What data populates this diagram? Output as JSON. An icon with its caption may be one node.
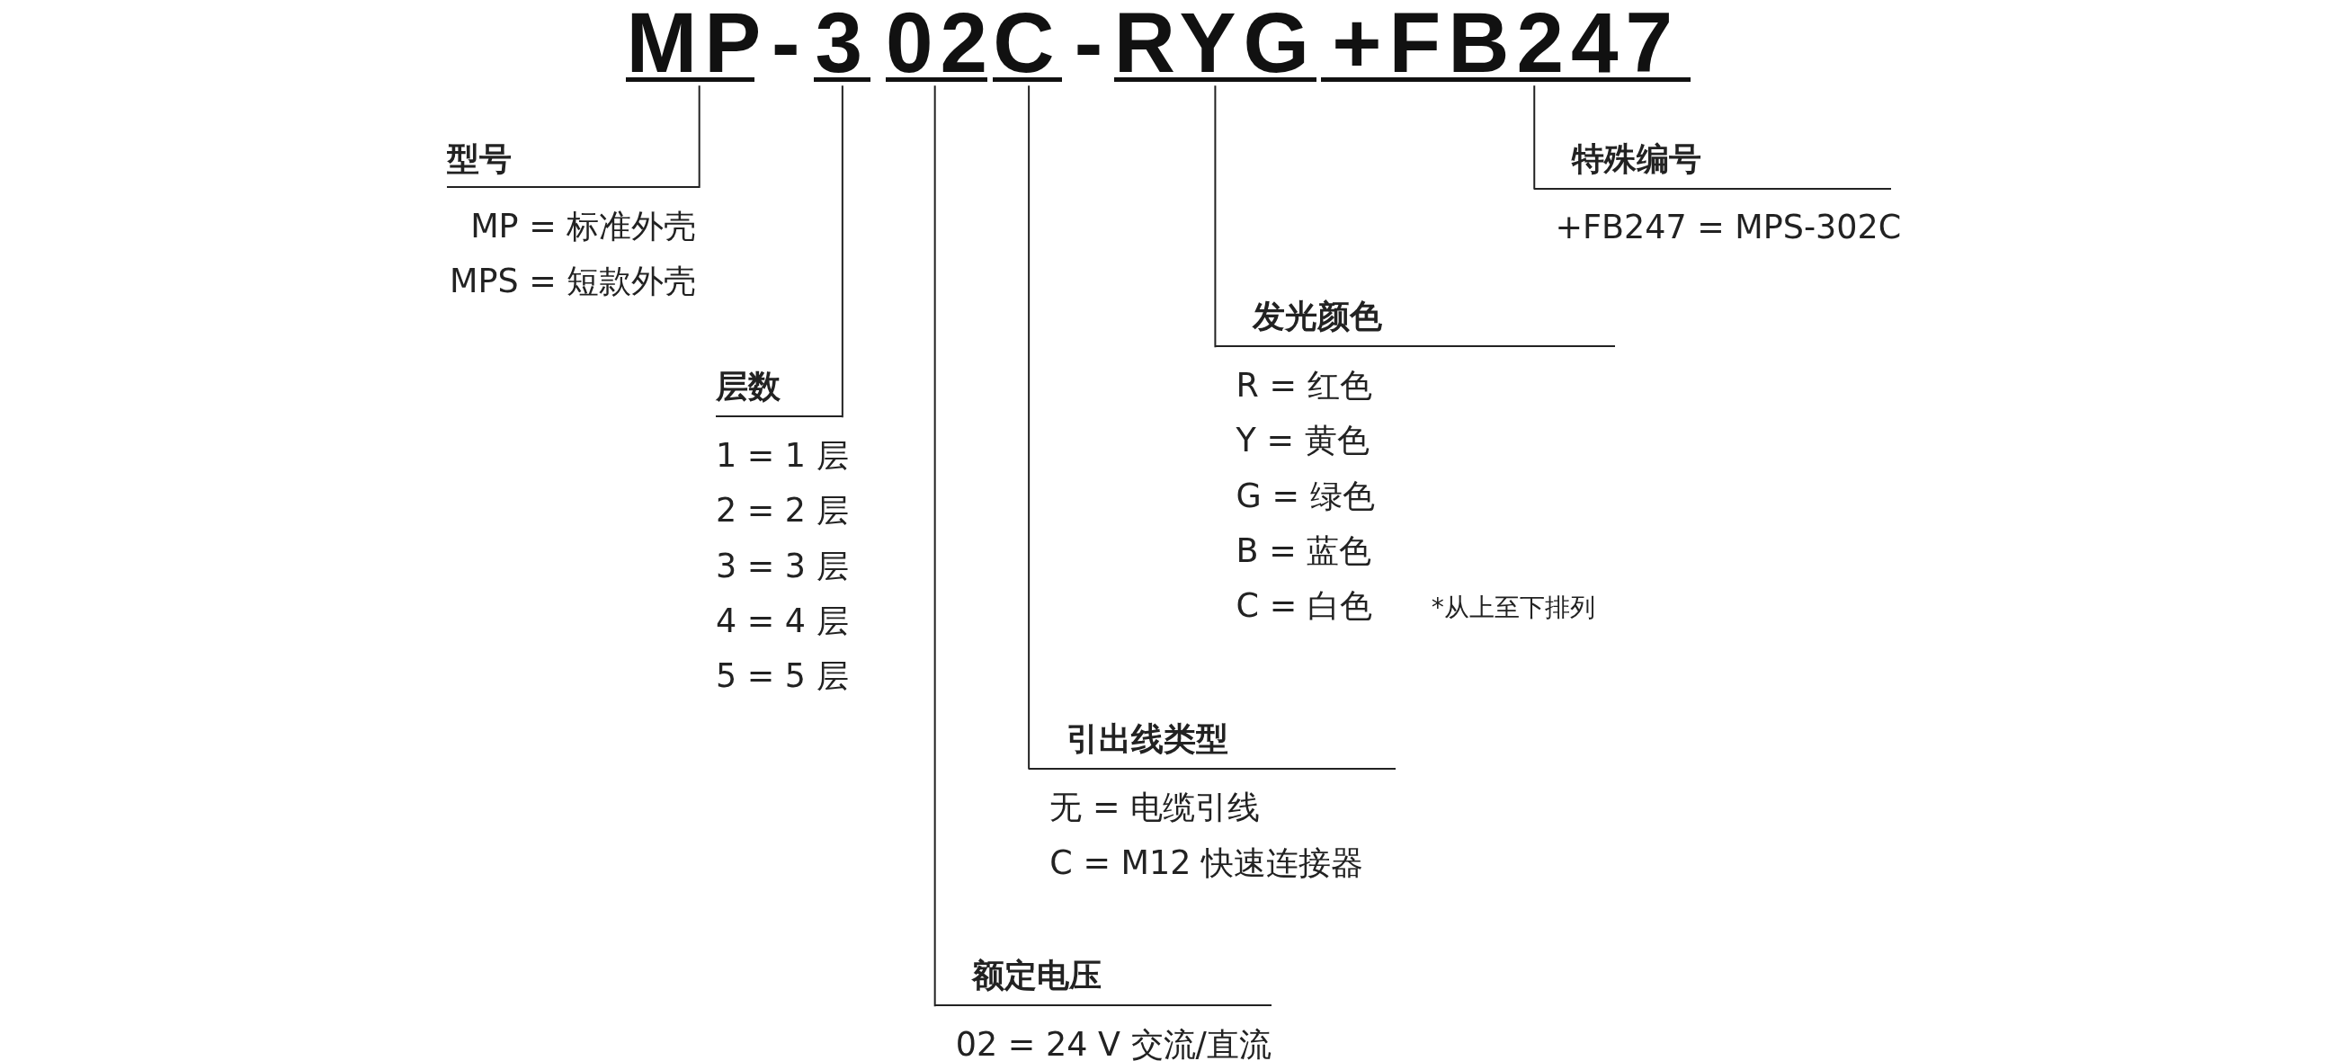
{
  "diagram": {
    "nodes": [
      {
        "text": [
          "MP"
        ]
      },
      {
        "text": [
          "3"
        ]
      },
      {
        "text": [
          "02"
        ]
      },
      {
        "text": [
          "C"
        ]
      },
      {
        "text": [
          "RYG"
        ]
      },
      {
        "text": [
          "+FB247"
        ]
      },
      {
        "text": [
          "型号",
          "MP = 标准外壳",
          "MPS = 短款外壳"
        ]
      },
      {
        "text": [
          "层数",
          "1 = 1 层",
          "2 = 2 层",
          "3 = 3 层",
          "4 = 4 层",
          "5 = 5 层"
        ]
      },
      {
        "text": [
          "额定电压",
          "02 = 24 V 交流/直流"
        ]
      },
      {
        "text": [
          "引出线类型",
          "无 = 电缆引线",
          "C = M12 快速连接器"
        ]
      },
      {
        "text": [
          "发光颜色",
          "R = 红色",
          "Y = 黄色",
          "G = 绿色",
          "B = 蓝色",
          "C = 白色"
        ],
        "beside": [
          "*从上至下排列"
        ]
      },
      {
        "text": [
          "特殊编号",
          "+FB247 = MPS-302C"
        ]
      }
    ],
    "edges": [
      {
        "from": 0,
        "to": 6,
        "arrow": "none"
      },
      {
        "from": 1,
        "to": 7,
        "arrow": "none"
      },
      {
        "from": 2,
        "to": 8,
        "arrow": "none"
      },
      {
        "from": 3,
        "to": 9,
        "arrow": "none"
      },
      {
        "from": 4,
        "to": 10,
        "arrow": "none"
      },
      {
        "from": 5,
        "to": 11,
        "arrow": "none"
      }
    ],
    "labels": [
      "-",
      "-"
    ]
  }
}
